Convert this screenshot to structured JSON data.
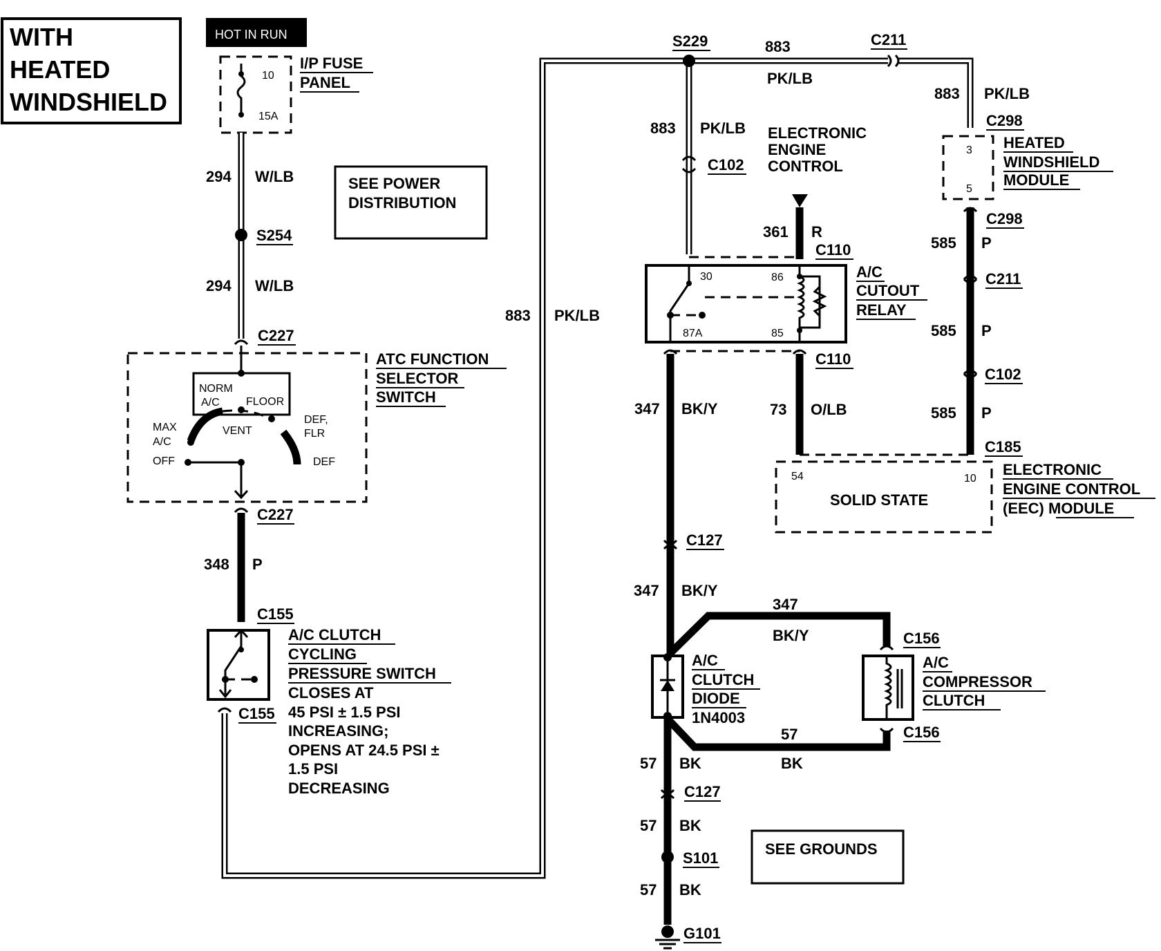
{
  "title_box": {
    "line1": "WITH",
    "line2": "HEATED",
    "line3": "WINDSHIELD"
  },
  "hot_in_run": "HOT IN RUN",
  "fuse_panel": {
    "label1": "I/P FUSE",
    "label2": "PANEL",
    "fuse_number": "10",
    "fuse_rating": "15A"
  },
  "see_power": {
    "line1": "SEE POWER",
    "line2": "DISTRIBUTION"
  },
  "see_grounds": "SEE GROUNDS",
  "eec_label": {
    "line1": "ELECTRONIC",
    "line2": "ENGINE",
    "line3": "CONTROL"
  },
  "atc_switch": {
    "label1": "ATC FUNCTION",
    "label2": "SELECTOR",
    "label3": "SWITCH",
    "pos_norm": "NORM",
    "pos_ac": "A/C",
    "pos_floor": "FLOOR",
    "pos_vent": "VENT",
    "pos_max": "MAX",
    "pos_max_ac": "A/C",
    "pos_off": "OFF",
    "pos_def_flr1": "DEF,",
    "pos_def_flr2": "FLR",
    "pos_def": "DEF"
  },
  "pressure_switch": {
    "label1": "A/C CLUTCH",
    "label2": "CYCLING",
    "label3": "PRESSURE SWITCH",
    "note1": "CLOSES AT",
    "note2": "45 PSI ± 1.5 PSI",
    "note3": "INCREASING;",
    "note4": "OPENS AT 24.5 PSI ±",
    "note5": "1.5 PSI",
    "note6": "DECREASING"
  },
  "relay": {
    "label1": "A/C",
    "label2": "CUTOUT",
    "label3": "RELAY",
    "pin30": "30",
    "pin86": "86",
    "pin87a": "87A",
    "pin85": "85"
  },
  "hw_module": {
    "label1": "HEATED",
    "label2": "WINDSHIELD",
    "label3": "MODULE",
    "pin3": "3",
    "pin5": "5"
  },
  "eec_module": {
    "body": "SOLID STATE",
    "pin54": "54",
    "pin10": "10",
    "label1": "ELECTRONIC",
    "label2": "ENGINE CONTROL",
    "label3": "(EEC) MODULE"
  },
  "diode": {
    "label1": "A/C",
    "label2": "CLUTCH",
    "label3": "DIODE",
    "part": "1N4003"
  },
  "compressor": {
    "label1": "A/C",
    "label2": "COMPRESSOR",
    "label3": "CLUTCH"
  },
  "connectors": {
    "c227a": "C227",
    "c227b": "C227",
    "c155a": "C155",
    "c155b": "C155",
    "s254": "S254",
    "s229": "S229",
    "c211a": "C211",
    "c211b": "C211",
    "c298a": "C298",
    "c298b": "C298",
    "c102a": "C102",
    "c102b": "C102",
    "c110a": "C110",
    "c110b": "C110",
    "c185": "C185",
    "c127a": "C127",
    "c127b": "C127",
    "c156a": "C156",
    "c156b": "C156",
    "s101": "S101",
    "g101": "G101"
  },
  "wires": {
    "w294a": {
      "num": "294",
      "color": "W/LB"
    },
    "w294b": {
      "num": "294",
      "color": "W/LB"
    },
    "w348": {
      "num": "348",
      "color": "P"
    },
    "w883_left": {
      "num": "883",
      "color": "PK/LB"
    },
    "w883_top": {
      "num": "883",
      "color": "PK/LB"
    },
    "w883_mid": {
      "num": "883",
      "color": "PK/LB"
    },
    "w883_right": {
      "num": "883",
      "color": "PK/LB"
    },
    "w361": {
      "num": "361",
      "color": "R"
    },
    "w347a": {
      "num": "347",
      "color": "BK/Y"
    },
    "w347b": {
      "num": "347",
      "color": "BK/Y"
    },
    "w347c": {
      "num": "347",
      "color": "BK/Y"
    },
    "w73": {
      "num": "73",
      "color": "O/LB"
    },
    "w585a": {
      "num": "585",
      "color": "P"
    },
    "w585b": {
      "num": "585",
      "color": "P"
    },
    "w585c": {
      "num": "585",
      "color": "P"
    },
    "w57a": {
      "num": "57",
      "color": "BK"
    },
    "w57b": {
      "num": "57",
      "color": "BK"
    },
    "w57c": {
      "num": "57",
      "color": "BK"
    },
    "w57d": {
      "num": "57",
      "color": "BK"
    }
  }
}
